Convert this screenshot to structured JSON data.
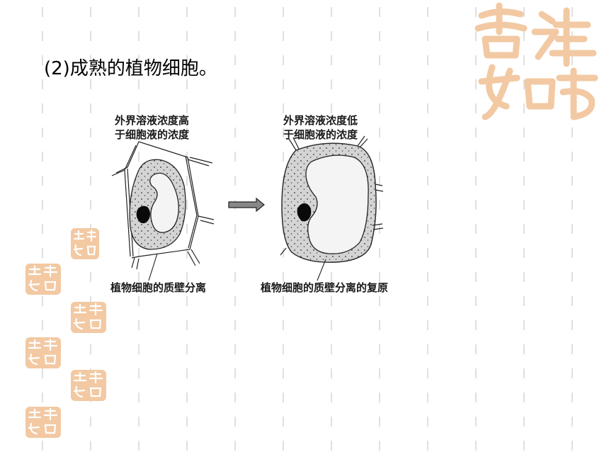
{
  "heading": "(2)成熟的植物细胞。",
  "diagram": {
    "left_condition_line1": "外界溶液浓度高",
    "left_condition_line2": "于细胞液的浓度",
    "right_condition_line1": "外界溶液浓度低",
    "right_condition_line2": "于细胞液的浓度",
    "left_label": "植物细胞的质壁分离",
    "right_label": "植物细胞的质壁分离的复原"
  },
  "decoration": {
    "seal_text": "吉祥如意",
    "seal_color": "#f2c9a3"
  }
}
